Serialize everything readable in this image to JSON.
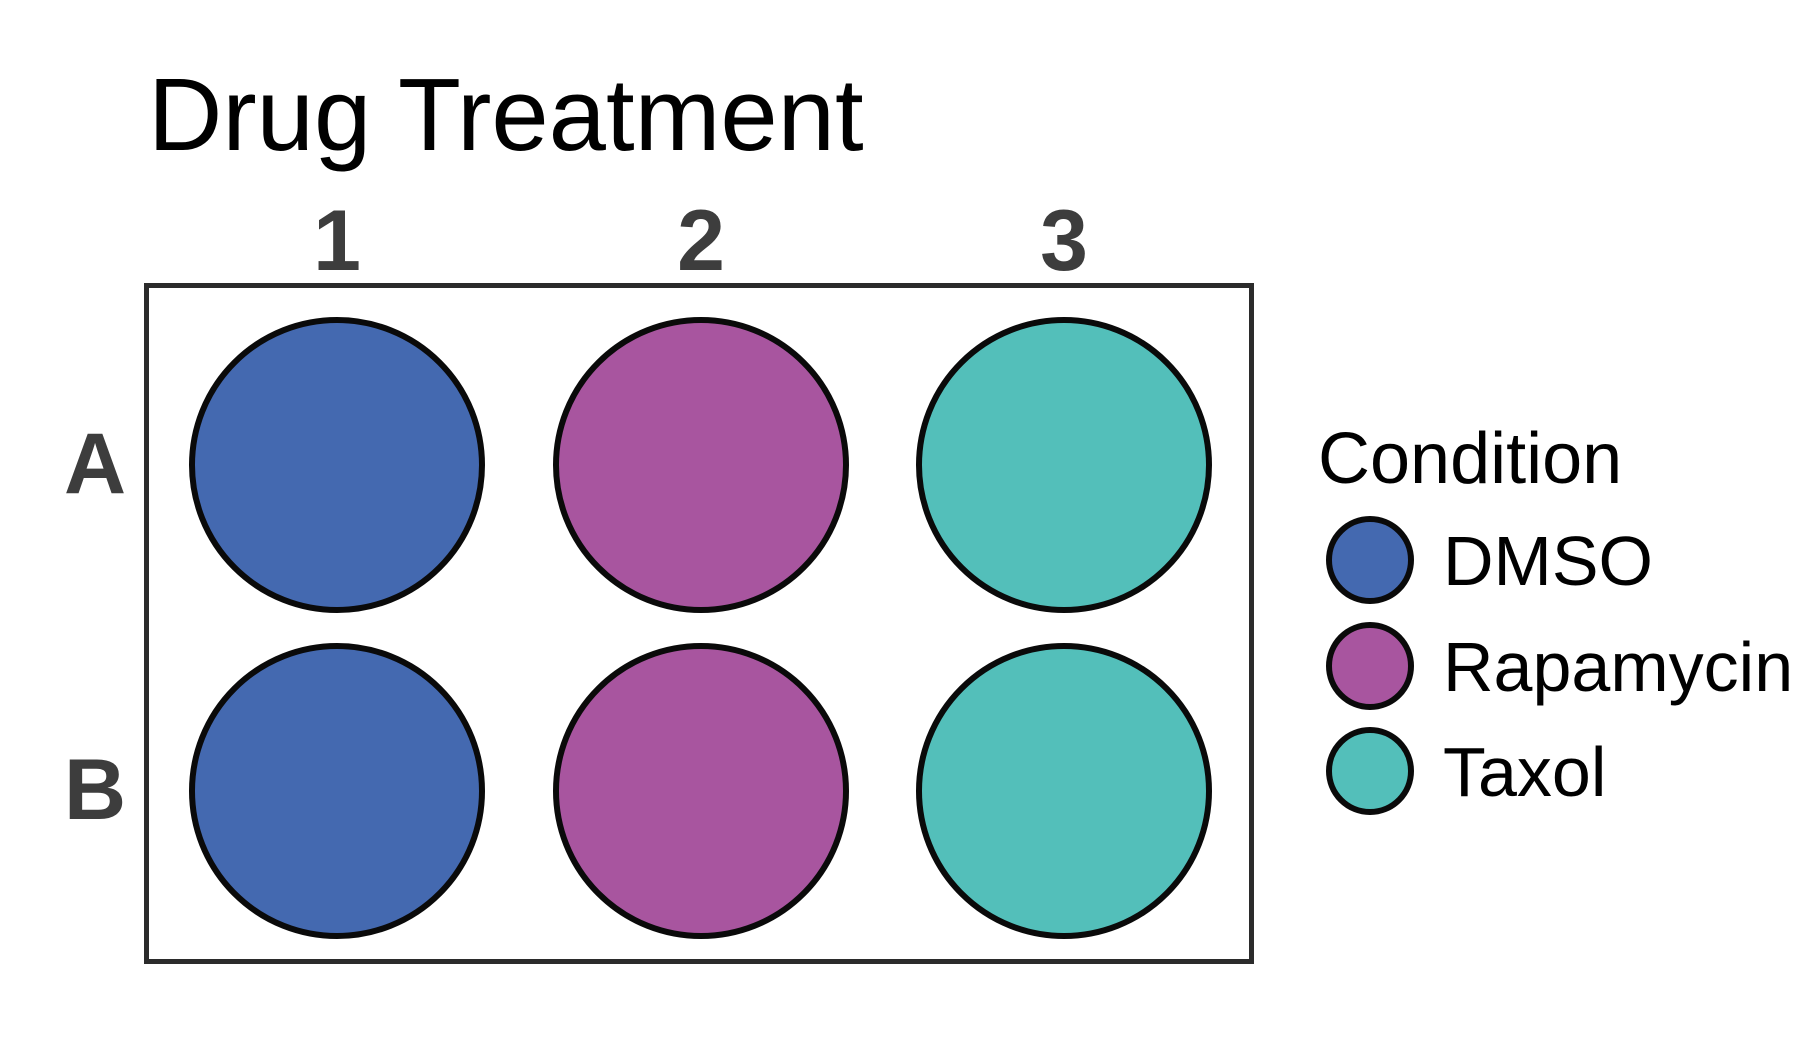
{
  "chart_data": {
    "type": "scatter",
    "subtype": "well-plate-map",
    "title": "Drug Treatment",
    "x_ticks": [
      "1",
      "2",
      "3"
    ],
    "y_ticks": [
      "A",
      "B"
    ],
    "grid": false,
    "legend_title": "Condition",
    "legend_position": "right",
    "series": [
      {
        "name": "DMSO",
        "color": "#4469b0",
        "wells": [
          "A1",
          "B1"
        ]
      },
      {
        "name": "Rapamycin",
        "color": "#a8559f",
        "wells": [
          "A2",
          "B2"
        ]
      },
      {
        "name": "Taxol",
        "color": "#53bfba",
        "wells": [
          "A3",
          "B3"
        ]
      }
    ],
    "wells": [
      {
        "id": "A1",
        "row": "A",
        "column": "1",
        "condition": "DMSO"
      },
      {
        "id": "A2",
        "row": "A",
        "column": "2",
        "condition": "Rapamycin"
      },
      {
        "id": "A3",
        "row": "A",
        "column": "3",
        "condition": "Taxol"
      },
      {
        "id": "B1",
        "row": "B",
        "column": "1",
        "condition": "DMSO"
      },
      {
        "id": "B2",
        "row": "B",
        "column": "2",
        "condition": "Rapamycin"
      },
      {
        "id": "B3",
        "row": "B",
        "column": "3",
        "condition": "Taxol"
      }
    ]
  },
  "colors": {
    "background": "#ffffff",
    "title_text": "#000000",
    "tick_label": "#3d3d3d",
    "plate_border": "#2b2b2b",
    "well_outline": "#0a0a0a",
    "legend_text": "#000000"
  }
}
